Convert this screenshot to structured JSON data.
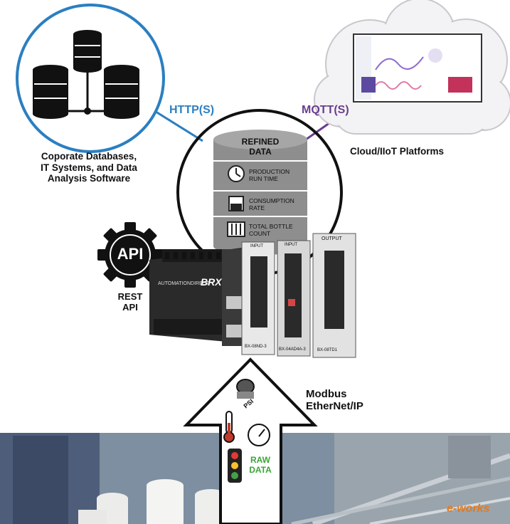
{
  "connections": {
    "http_label": "HTTP(S)",
    "mqtt_label": "MQTT(S)",
    "modbus_label": "Modbus",
    "ethernet_label": "EtherNet/IP"
  },
  "databases": {
    "caption_lines": [
      "Coporate Databases,",
      "IT Systems, and Data",
      "Analysis Software"
    ]
  },
  "cloud": {
    "caption": "Cloud/IIoT Platforms"
  },
  "api": {
    "gear_text": "API",
    "caption_lines": [
      "REST",
      "API"
    ]
  },
  "refined_data": {
    "title_lines": [
      "REFINED",
      "DATA"
    ],
    "items": [
      {
        "icon": "clock-icon",
        "lines": [
          "PRODUCTION",
          "RUN TIME"
        ]
      },
      {
        "icon": "beaker-icon",
        "lines": [
          "CONSUMPTION",
          "RATE"
        ]
      },
      {
        "icon": "counter-icon",
        "lines": [
          "TOTAL BOTTLE",
          "COUNT"
        ]
      }
    ]
  },
  "plc": {
    "brand": "AUTOMATIONDIRECT",
    "model_badge": "BRX",
    "modules": [
      {
        "top_label": "INPUT",
        "bottom_label": "BX-08ND-3"
      },
      {
        "top_label": "INPUT",
        "bottom_label": "BX-04AD4A-3"
      },
      {
        "top_label": "OUTPUT",
        "bottom_label": "BX-08TD1"
      }
    ]
  },
  "raw_data": {
    "lines": [
      "RAW",
      "DATA"
    ],
    "psi_label": "PSI"
  },
  "watermark": "e-works",
  "colors": {
    "database_circle": "#2b7fc1",
    "http_line": "#2b7fc1",
    "http_text": "#2b7fc1",
    "mqtt_line": "#6a3d8f",
    "mqtt_text": "#6a3d8f",
    "raw_data_text": "#3aa635",
    "cloud_fill": "#f3f3f5",
    "plc_body": "#2a2a2a"
  }
}
